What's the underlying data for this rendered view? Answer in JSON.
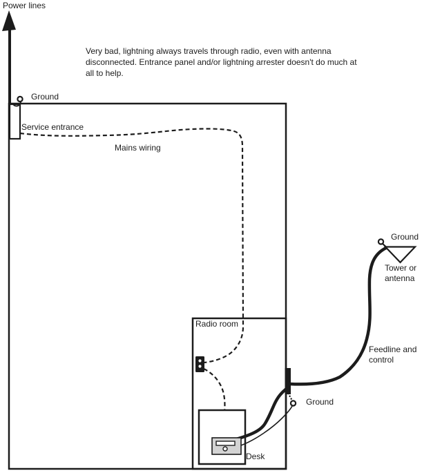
{
  "note": "Very bad, lightning always travels through radio, even with antenna disconnected. Entrance panel and/or lightning arrester doesn't do much at all to help.",
  "labels": {
    "power_lines": "Power lines",
    "ground_service": "Ground",
    "service_entrance": "Service entrance",
    "mains_wiring": "Mains wiring",
    "radio_room": "Radio room",
    "desk": "Desk",
    "ground_tower": "Ground",
    "tower_or_antenna": "Tower or antenna",
    "feedline_and_control": "Feedline and control",
    "ground_station": "Ground"
  },
  "colors": {
    "ink": "#1c1c1c",
    "radio_fill": "#d3d3d3",
    "background": "#ffffff"
  }
}
